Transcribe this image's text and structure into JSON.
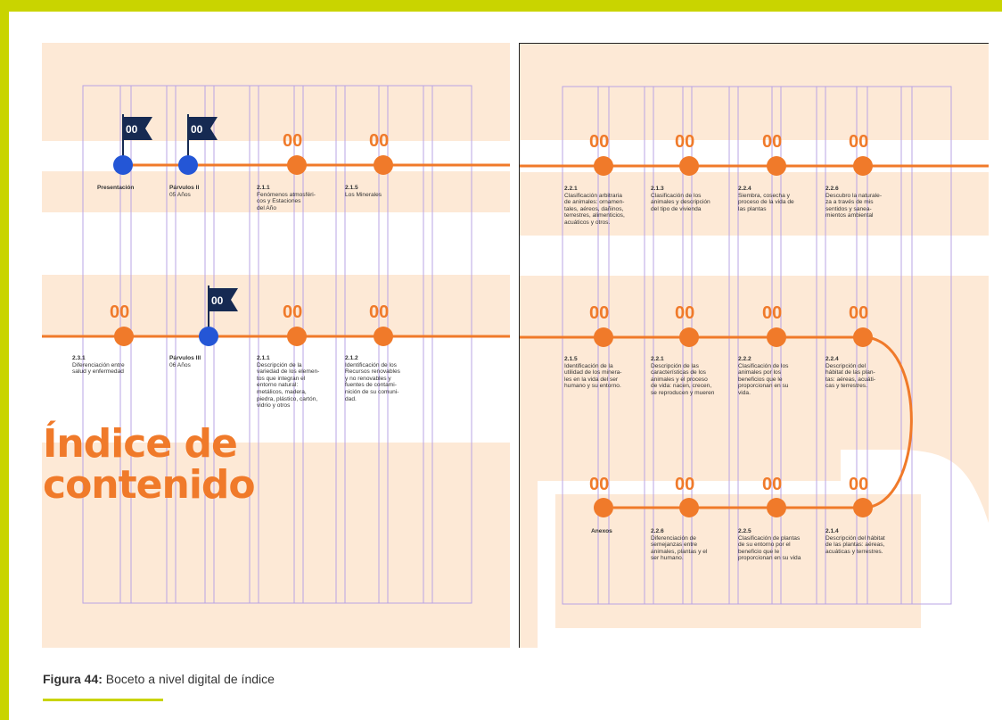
{
  "figure": {
    "label": "Figura 44:",
    "text": " Boceto a nivel digital de índice"
  },
  "left_page": {
    "title": "Índice de\ncontenido",
    "flag_text": "00",
    "marker_text": "00",
    "row1": [
      {
        "code": "Presentación",
        "desc": ""
      },
      {
        "code": "Párvulos II",
        "desc": "05 Años"
      },
      {
        "code": "2.1.1",
        "desc": "Fenómenos atmosféri-\ncos y Estaciones\ndel Año"
      },
      {
        "code": "2.1.5",
        "desc": "Los Minerales"
      }
    ],
    "row2": [
      {
        "code": "2.3.1",
        "desc": "Diferenciación entre\nsalud y enfermedad"
      },
      {
        "code": "Párvulos III",
        "desc": "06 Años"
      },
      {
        "code": "2.1.1",
        "desc": "Descripción de la\nvariedad de los elemen-\ntos que integran el\nentorno natural:\nmetálicos, madera,\npiedra, plástico, cartón,\nvidrio y otros"
      },
      {
        "code": "2.1.2",
        "desc": "Identificación de los\nRecursos renovables\ny no renovables y\nfuentes de contami-\nnición de su comuni-\ndad."
      }
    ]
  },
  "right_page": {
    "marker_text": "00",
    "row1": [
      {
        "code": "2.2.1",
        "desc": "Clasificación arbitraria\nde animales: ornamen-\ntales, aéreos, dañinos,\nterrestres, alimenticios,\nacuáticos y otros."
      },
      {
        "code": "2.1.3",
        "desc": "Clasificación de los\nanimales y descripción\ndel tipo de vivienda"
      },
      {
        "code": "2.2.4",
        "desc": "Siembra, cosecha y\nproceso de la vida de\nlas plantas"
      },
      {
        "code": "2.2.6",
        "desc": "Descubro la naturale-\nza  a través de mis\nsentidos y sanea-\nmientos  ambiental"
      }
    ],
    "row2": [
      {
        "code": "2.1.5",
        "desc": "Identificación de la\nutilidad de los minera-\nles en la vida del ser\nhumano y su entorno."
      },
      {
        "code": "2.2.1",
        "desc": "Descripción de las\ncaracterísticas de los\nanimales y el proceso\nde vida: nacen, crecen,\nse reproducen y mueren"
      },
      {
        "code": "2.2.2",
        "desc": "Clasificación de los\nanimales por los\nbeneficios que le\nproporcionan en su\nvida."
      },
      {
        "code": "2.2.4",
        "desc": "Descripción del\nhábitat de las plan-\ntas: aéreas, acuáti-\ncas y terrestres."
      }
    ],
    "row3": [
      {
        "code": "Anexos",
        "desc": ""
      },
      {
        "code": "2.2.6",
        "desc": "Diferenciación de\nsemejanzas entre\nanimales, plantas y el\nser humano."
      },
      {
        "code": "2.2.5",
        "desc": "Clasificación de plantas\nde su entorno por el\nbeneficio que le\nproporcionan en su vida"
      },
      {
        "code": "2.1.4",
        "desc": "Descripción del hábitat\nde las plantas: aéreas,\nacuáticas y terrestres."
      }
    ]
  },
  "colors": {
    "accent_orange": "#f07a2a",
    "flag_navy": "#162a52",
    "dot_blue": "#2456d6",
    "page_bg": "#fde9d6",
    "guide_purple": "#b9a4e4",
    "frame_yellow_green": "#c9d400"
  }
}
